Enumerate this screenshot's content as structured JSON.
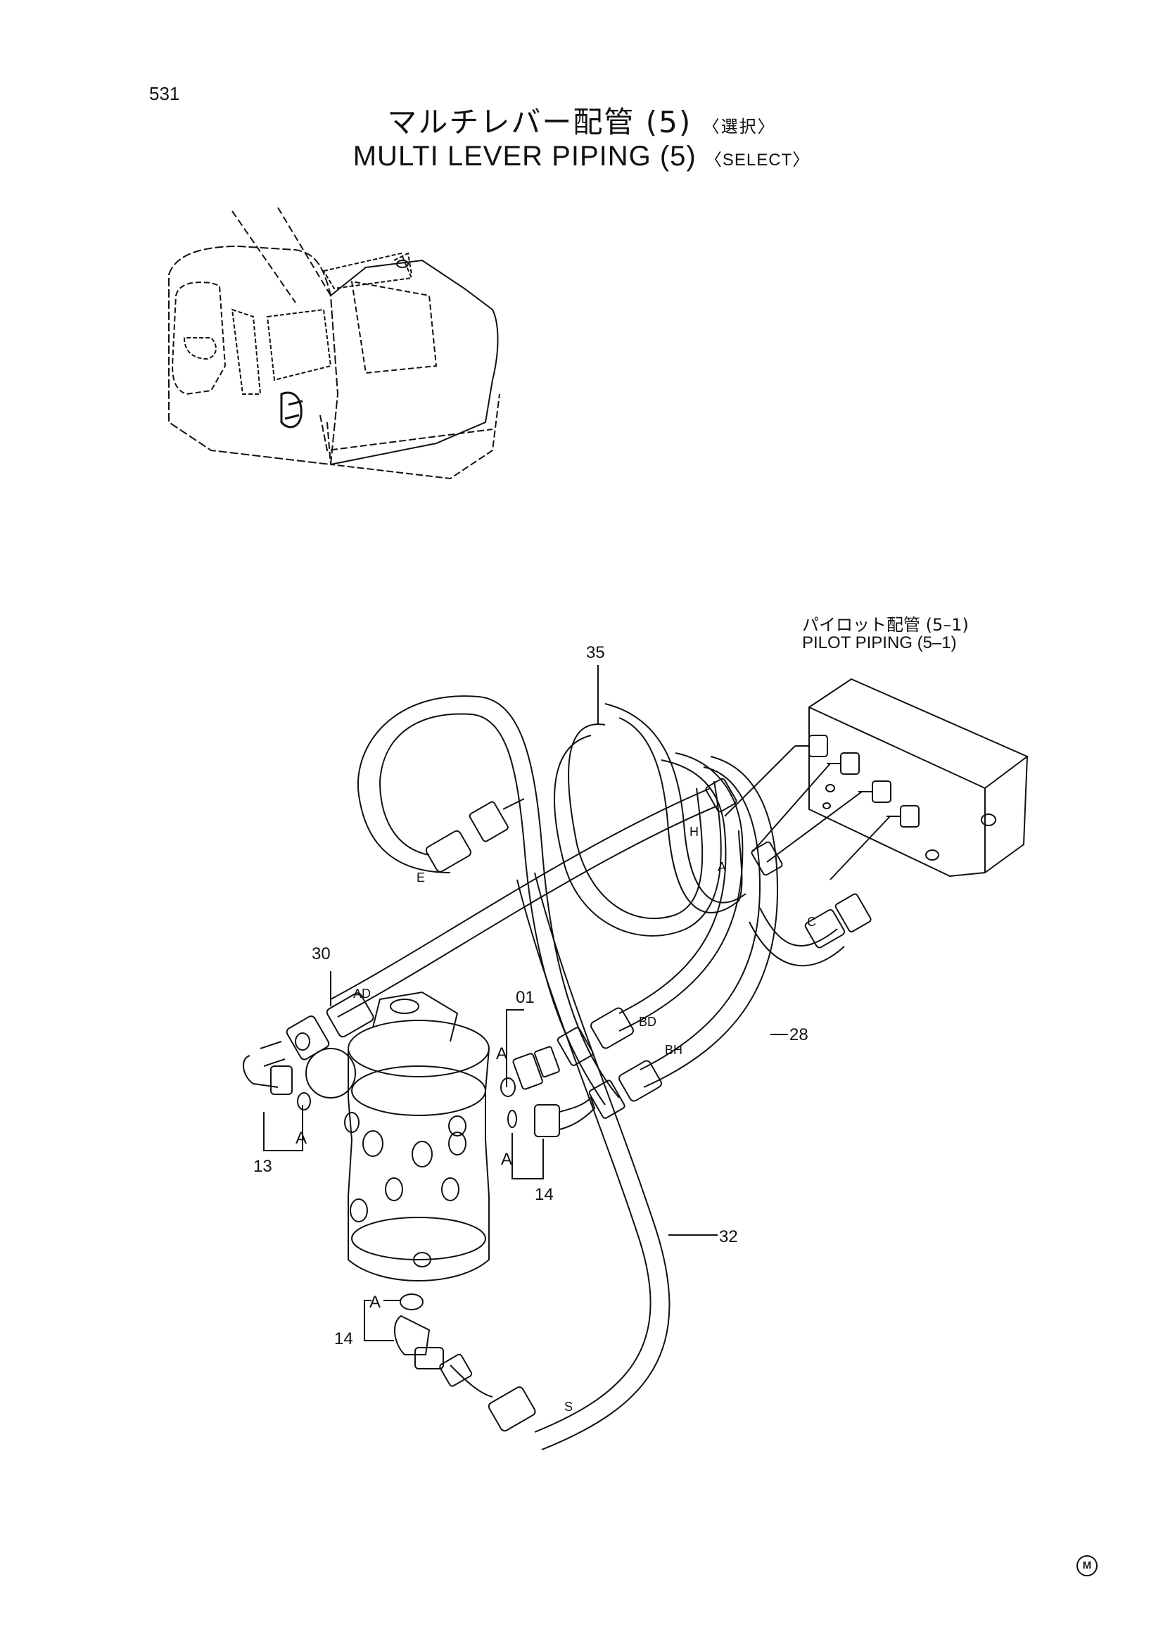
{
  "page_number": "531",
  "title_jp": "マルチレバー配管 (5)",
  "title_jp_sub": "〈選択〉",
  "title_en": "MULTI LEVER PIPING (5)",
  "title_en_sub": "〈SELECT〉",
  "reference": {
    "jp": "パイロット配管 (5–1)",
    "en": "PILOT PIPING (5–1)"
  },
  "part_numbers": {
    "p35": "35",
    "p30": "30",
    "p01": "01",
    "p28": "28",
    "p32": "32",
    "p13": "13",
    "p14a": "14",
    "p14b": "14"
  },
  "hose_labels": {
    "E": "E",
    "H": "H",
    "A": "A",
    "C": "C",
    "AD": "AD",
    "BD": "BD",
    "BH": "BH",
    "S": "S"
  },
  "callouts": {
    "a1": "A",
    "a2": "A",
    "a3": "A",
    "a4": "A"
  },
  "corner_mark": "M"
}
